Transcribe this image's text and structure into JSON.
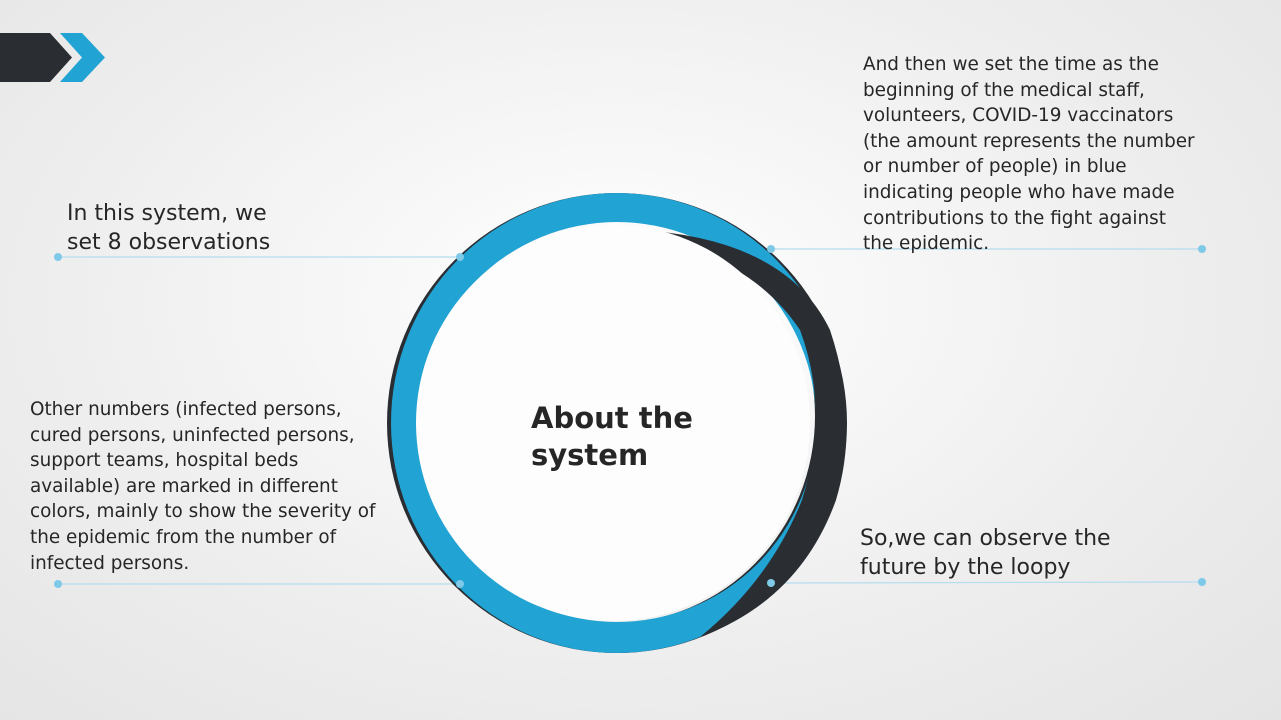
{
  "slide": {
    "title": "About the system",
    "observations": {
      "top_left": "In this system, we\nset 8 observations",
      "top_right": " And then we set the time as the\nbeginning of the medical staff,\nvolunteers, COVID-19 vaccinators\n(the amount represents the number\nor number of people)  in blue\nindicating people  who have made\ncontributions to the fight against\nthe epidemic.",
      "bottom_left": " Other numbers (infected persons,\ncured persons, uninfected persons,\nsupport teams, hospital beds\navailable) are marked in different\ncolors, mainly to show the severity of\nthe epidemic from the number of\ninfected persons.",
      "bottom_right": "So,we can observe the\nfuture by the loopy"
    }
  },
  "colors": {
    "accent_blue": "#21a3d3",
    "dark_ring": "#2a2e33",
    "connector_line": "#b4ddef",
    "connector_dot": "#7fc9e8",
    "text": "#262626"
  },
  "icons": {
    "header": "chevron-arrow-icon",
    "center": "loop-rings-icon"
  }
}
